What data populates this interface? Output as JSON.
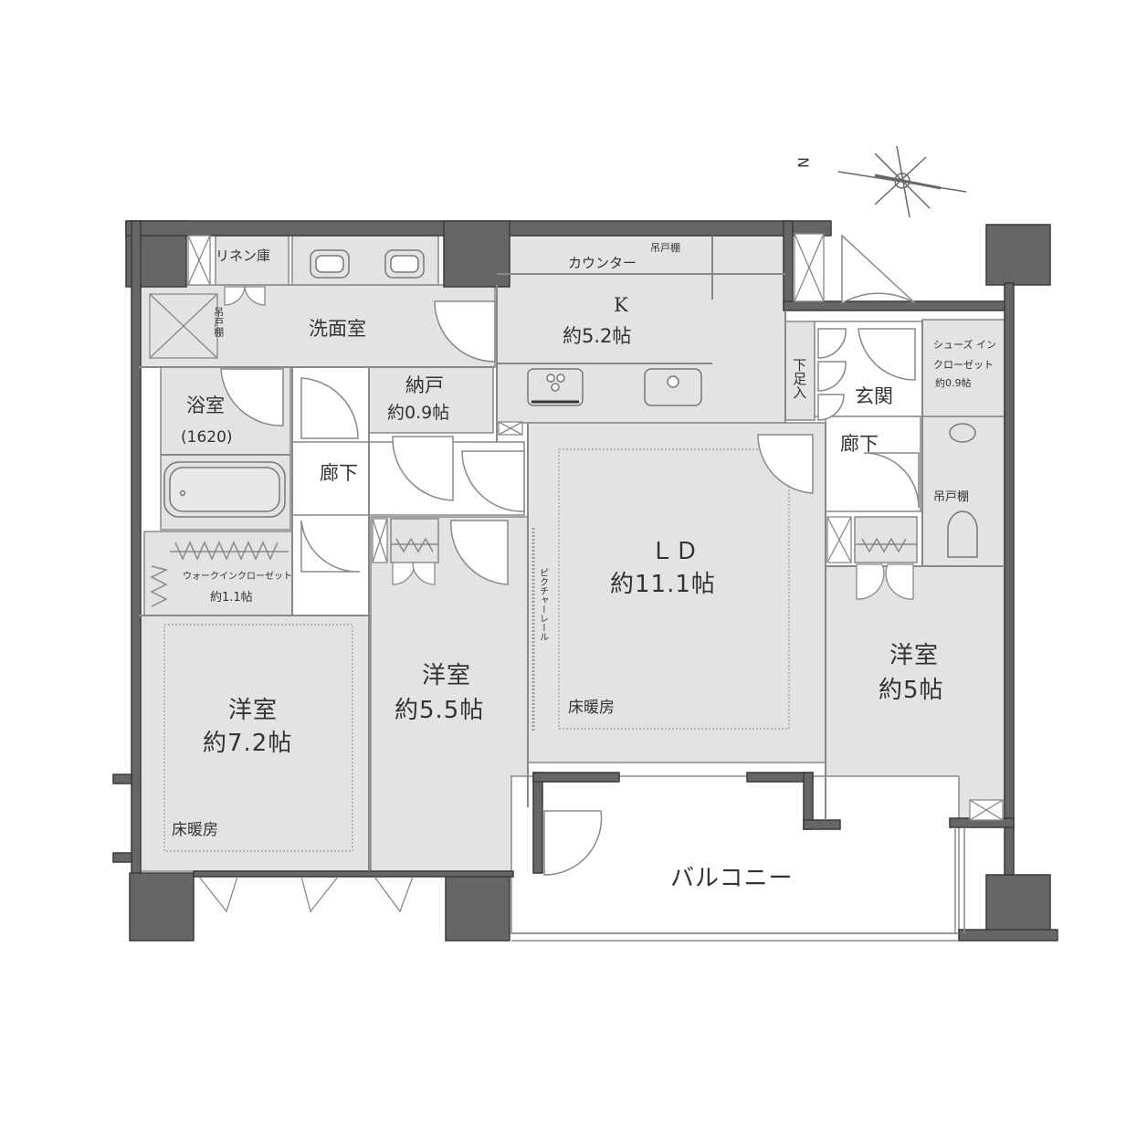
{
  "plan": {
    "colors": {
      "wall": "#666666",
      "wall_outline": "#3a3a3a",
      "floor": "#e3e3e3",
      "hall": "#ffffff",
      "line": "#777777",
      "text": "#333333",
      "background": "#ffffff"
    },
    "compass": {
      "north_label": "N",
      "icon": "compass-rose-icon"
    },
    "rooms": {
      "linen": {
        "name": "リネン庫"
      },
      "washroom": {
        "name": "洗面室",
        "hanging_shelf": "吊戸棚"
      },
      "counter": {
        "name": "カウンター",
        "hanging_shelf": "吊戸棚"
      },
      "kitchen": {
        "name": "K",
        "size": "約5.2帖"
      },
      "storage": {
        "name": "納戸",
        "size": "約0.9帖"
      },
      "bath": {
        "name": "浴室",
        "size": "(1620)"
      },
      "hallway_left": {
        "name": "廊下"
      },
      "hallway_right": {
        "name": "廊下"
      },
      "entrance": {
        "name": "玄関",
        "shoe_box": "下足入"
      },
      "shoe_closet": {
        "line1": "シューズ イン",
        "line2": "クローゼット",
        "size": "約0.9帖"
      },
      "toilet": {
        "hanging_shelf": "吊戸棚"
      },
      "walkin": {
        "name": "ウォークインクローゼット",
        "size": "約1.1帖"
      },
      "ld": {
        "name": "ＬＤ",
        "size": "約11.1帖",
        "floor_heating": "床暖房",
        "picture_rail": "ピクチャーレール"
      },
      "western1": {
        "name": "洋室",
        "size": "約7.2帖",
        "floor_heating": "床暖房"
      },
      "western2": {
        "name": "洋室",
        "size": "約5.5帖"
      },
      "western3": {
        "name": "洋室",
        "size": "約5帖"
      },
      "balcony": {
        "name": "バルコニー"
      }
    }
  }
}
